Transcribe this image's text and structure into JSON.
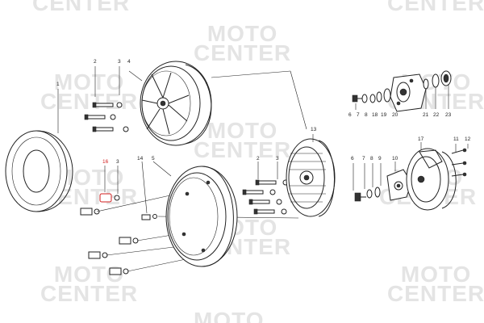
{
  "watermark": {
    "line1": "MOTO",
    "line2": "CENTER"
  },
  "labels": {
    "p1": "1",
    "p2a": "2",
    "p3a": "3",
    "p4": "4",
    "p16": "16",
    "p3b": "3",
    "p14": "14",
    "p5": "5",
    "p13": "13",
    "p2b": "2",
    "p3c": "3",
    "p6a": "6",
    "p7a": "7",
    "p8a": "8",
    "p18": "18",
    "p19": "19",
    "p20": "20",
    "p21": "21",
    "p22": "22",
    "p23": "23",
    "p6b": "6",
    "p7b": "7",
    "p8b": "8",
    "p9": "9",
    "p10": "10",
    "p17": "17",
    "p11": "11",
    "p12": "12"
  },
  "highlight_color": "#d21f1f"
}
